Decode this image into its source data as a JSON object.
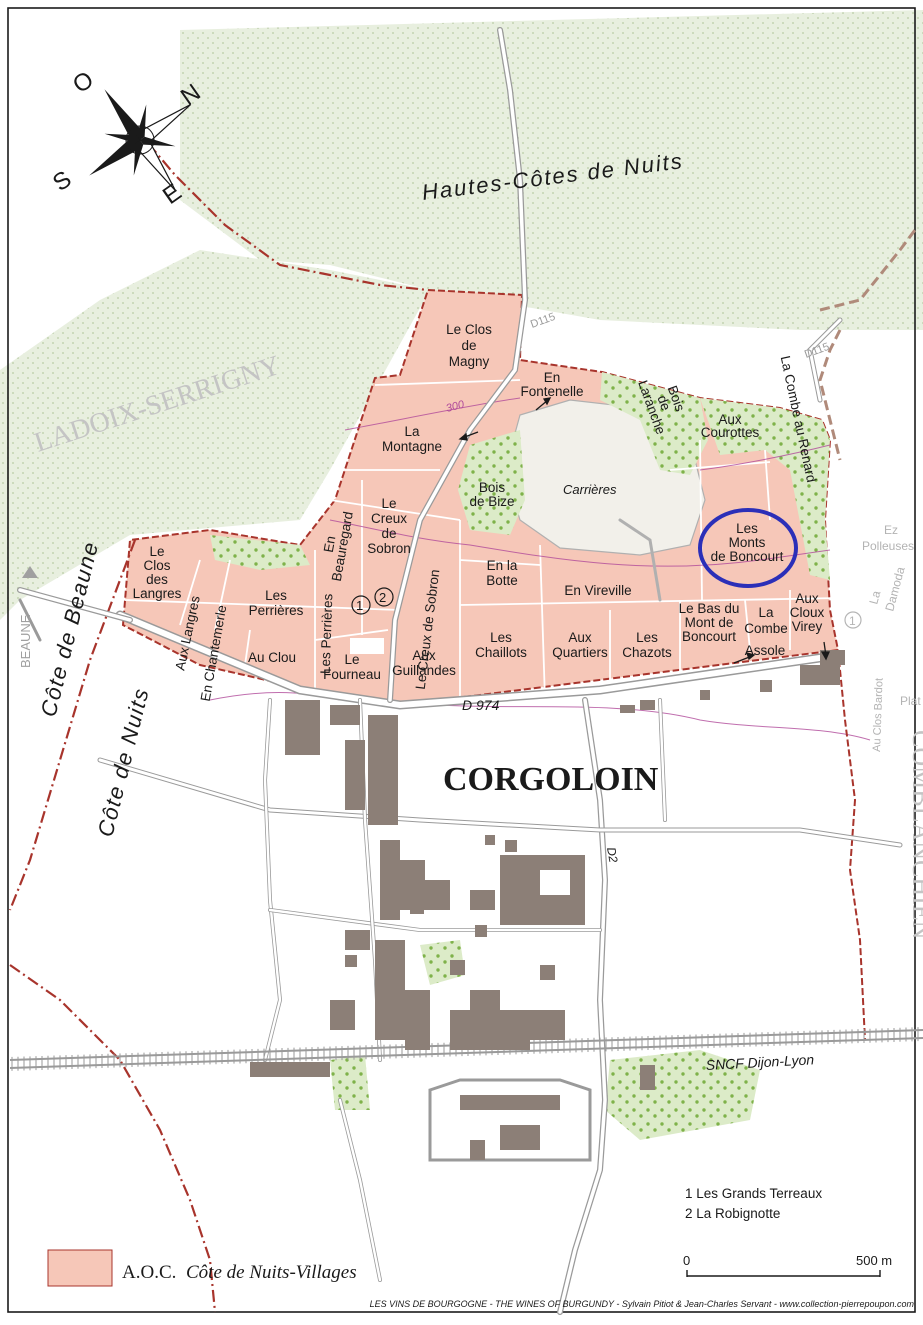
{
  "map": {
    "town": "CORGOLOIN",
    "regions": {
      "north": "Hautes-Côtes de Nuits",
      "west_top": "Côte de Beaune",
      "west_bottom": "Côte de Nuits",
      "ladoix": "LADOIX-SERRIGNY",
      "comblanchien": "COMBLANCHIEN",
      "beaune": "BEAUNE"
    },
    "roads": {
      "d974": "D 974",
      "d2": "D2",
      "d115_a": "D115",
      "d115_b": "D115"
    },
    "railway": "SNCF Dijon-Lyon",
    "carrieres": "Carrières",
    "contour": "300",
    "compass": {
      "n": "N",
      "e": "E",
      "s": "S",
      "o": "O"
    },
    "numbers": {
      "one": "1",
      "two": "2"
    },
    "highlighted_climat": "Les Monts de Boncourt",
    "colors": {
      "aoc": "#f6c7b8",
      "aoc_border": "#a8342c",
      "woods": "#d9e8c4",
      "woods_dots": "#7fb24a",
      "buildings": "#8c7f77",
      "road": "#b8b8b8",
      "highlight": "#2b2fb8"
    }
  },
  "climats": {
    "le_clos_de_magny": [
      "Le Clos",
      "de",
      "Magny"
    ],
    "en_fontenelle": [
      "En",
      "Fontenelle"
    ],
    "la_montagne": [
      "La",
      "Montagne"
    ],
    "bois_de_laranche": [
      "Bois",
      "de",
      "Laranche"
    ],
    "aux_courottes": [
      "Aux",
      "Courottes"
    ],
    "la_combe_au_renard": "La Combe au Renard",
    "bois_de_bize": [
      "Bois",
      "de Bize"
    ],
    "en_beauregard": [
      "En",
      "Beauregard"
    ],
    "le_creux_de_sobron_small": [
      "Le",
      "Creux",
      "de",
      "Sobron"
    ],
    "le_creux_de_sobron_long": "Le Creux de Sobron",
    "le_clos_des_langres": [
      "Le",
      "Clos",
      "des",
      "Langres"
    ],
    "aux_langres": "Aux Langres",
    "en_chantemerle": "En Chantemerle",
    "les_perrieres_a": [
      "Les",
      "Perrières"
    ],
    "les_perrieres_b": "Les Perrières",
    "au_clou": "Au Clou",
    "le_fourneau": [
      "Le",
      "Fourneau"
    ],
    "aux_guillandes": [
      "Aux",
      "Guillandes"
    ],
    "en_la_botte": [
      "En la",
      "Botte"
    ],
    "en_vireville": "En Vireville",
    "les_chaillots": [
      "Les",
      "Chaillots"
    ],
    "aux_quartiers": [
      "Aux",
      "Quartiers"
    ],
    "les_chazots": [
      "Les",
      "Chazots"
    ],
    "le_bas_du_mont_de_boncourt": [
      "Le Bas du",
      "Mont de",
      "Boncourt"
    ],
    "la_combe": [
      "La",
      "Combe"
    ],
    "aux_cloux_virey": [
      "Aux",
      "Cloux",
      "Virey"
    ],
    "assole": "Assole",
    "les_monts_de_boncourt": [
      "Les",
      "Monts",
      "de Boncourt"
    ]
  },
  "neighbors": {
    "ez_polleuses": [
      "Ez",
      "Polleuses"
    ],
    "la_damoda": [
      "La",
      "Damoda"
    ],
    "au_clos_bardot": "Au Clos Bardot",
    "plat": "Plat"
  },
  "legend": {
    "aoc_label_prefix": "A.O.C.",
    "aoc_label_name": "Côte de Nuits-Villages",
    "footnote_1": "1  Les Grands Terreaux",
    "footnote_2": "2  La Robignotte",
    "scale_zero": "0",
    "scale_end": "500 m"
  },
  "credit": "LES VINS DE BOURGOGNE - THE WINES OF BURGUNDY - Sylvain Pitiot & Jean-Charles Servant - www.collection-pierrepoupon.com"
}
